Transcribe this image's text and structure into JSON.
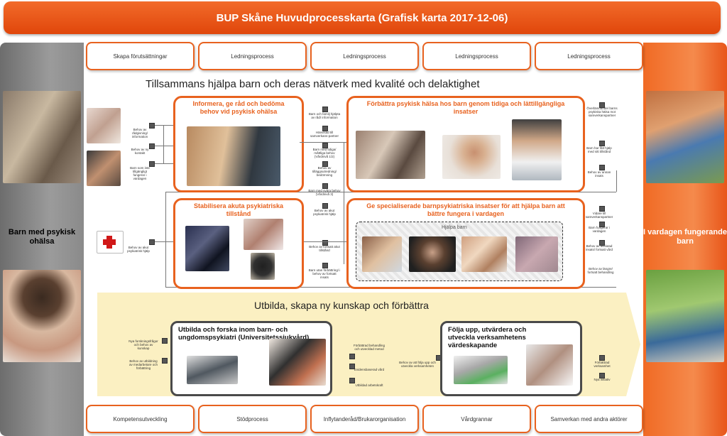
{
  "header": {
    "title": "BUP Skåne Huvudprocesskarta (Grafisk karta 2017-12-06)"
  },
  "left": {
    "label": "Barn med psykisk ohälsa"
  },
  "right": {
    "label": "I vardagen fungerande barn"
  },
  "top_processes": [
    "Skapa förutsättningar",
    "Ledningsprocess",
    "Ledningsprocess",
    "Ledningsprocess",
    "Ledningsprocess"
  ],
  "bottom_processes": [
    "Kompetensutveckling",
    "Stödprocess",
    "Inflytanderåd/Brukarorganisation",
    "Vårdgrannar",
    "Samverkan med andra aktörer"
  ],
  "main_heading": "Tillsammans hjälpa barn och deras nätverk med kvalité och delaktighet",
  "cards": {
    "informera": "Informera, ge råd och bedöma behov vid psykisk ohälsa",
    "forbattra": "Förbättra psykisk hälsa hos barn genom tidiga och lättillgängliga insatser",
    "stabilisera": "Stabilisera akuta psykiatriska tillstånd",
    "specialiserade": "Ge specialiserade barnpsykiatriska insatser för att hjälpa barn att bättre fungera i vardagen",
    "hjalpa_barn": "Hjälpa barn"
  },
  "improve_heading": "Utbilda, skapa ny kunskap och förbättra",
  "improve_cards": {
    "utbilda": "Utbilda och forska inom barn- och ungdomspsykiatri (Universitetssjukvård)",
    "folja": "Följa upp, utvärdera och utveckla verksamhetens värdeskapande"
  },
  "small_labels": {
    "in1": "Behov av rådgivning/ information",
    "in2": "Behov av ny kontakt",
    "in3": "Barn som inte tillgängligt fungerar i vardagen",
    "in4": "Behov av akut psykiatrisk hjälp",
    "m1": "Barn och familj hjälpta av råd/ information",
    "m2": "Hänvisad till samverkans-partner",
    "m3": "Barn med tidiga/ måttliga behov (Vårdnivå 1/2)",
    "m4": "Behov av tilläggsutredning/ bedömning",
    "m5": "Barn med svåra behov (Vårdnivå 3)",
    "m6": "Behov av akut psykiatrisk hjälp",
    "m7": "Behov av fortsatt akut tillstånd",
    "m8": "Barn utan förbättring/ i behov av fortsatt insats",
    "m9": "Behov av längre/ fortsatt behandling",
    "o1": "Överlämnande/ barns psykiska hälsa mot samverkanspartner",
    "o2": "Barn har fått hjälp med sitt tillstånd",
    "o3": "Behov av annan insats",
    "o4": "Vidare till samverkanspartner",
    "o5": "Barn fungerar i vardagen",
    "o6": "Behov av avslutad insats/ fortsatt vård",
    "u1": "Nya forskningsfrågor och behov av kunskap",
    "u2": "Behov av utbildning av medarbetare och förbättring",
    "u3": "Förbättrad behandling och utvecklad metod",
    "u4": "Evidensbaserad vård",
    "u5": "Utbildad arbetskraft",
    "f1": "Behov av att följa upp och utveckla verksamheten",
    "f2": "Förbättrad verksamhet",
    "f3": "Nya initiativ"
  }
}
